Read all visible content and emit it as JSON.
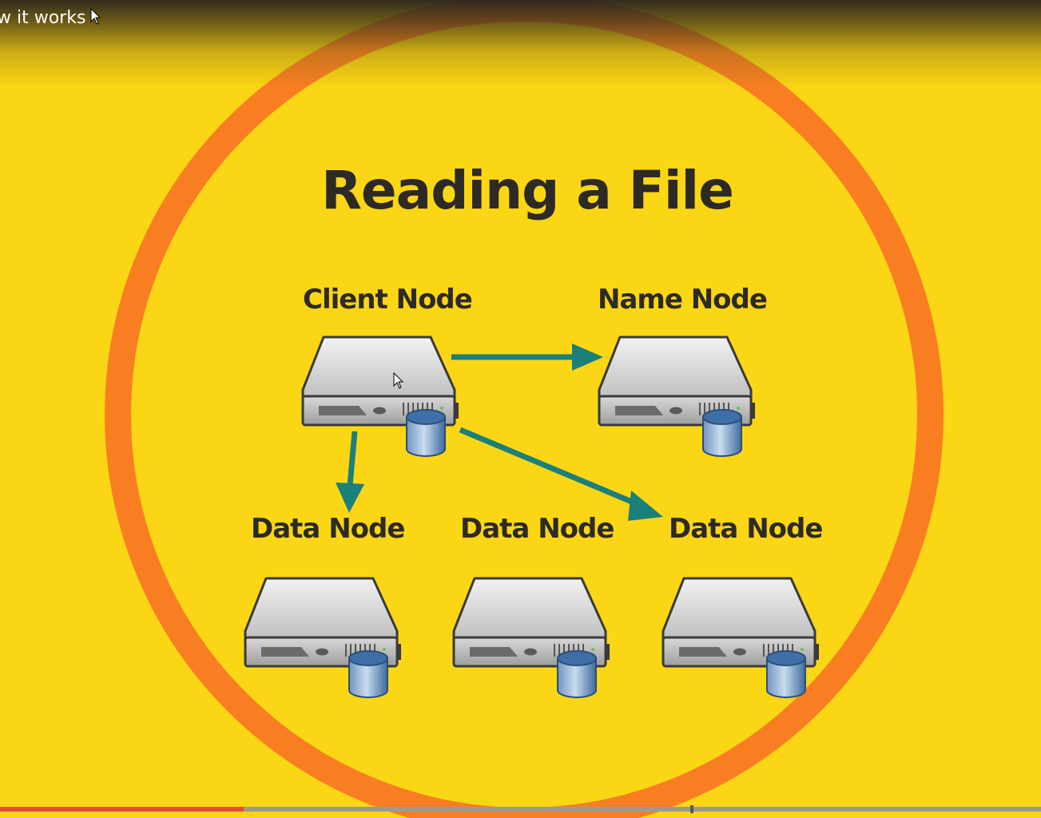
{
  "video": {
    "title": "w it works",
    "progress": 0.234,
    "marker_position": 0.663
  },
  "slide": {
    "title": "Reading a File",
    "colors": {
      "background": "#fbd614",
      "ring": "#f97e22",
      "text": "#2d2a26",
      "arrow": "#1b7f7a"
    },
    "nodes": [
      {
        "id": "client",
        "label": "Client Node",
        "icon": "server-with-database-icon"
      },
      {
        "id": "name",
        "label": "Name Node",
        "icon": "server-with-database-icon"
      },
      {
        "id": "data1",
        "label": "Data Node",
        "icon": "server-with-database-icon"
      },
      {
        "id": "data2",
        "label": "Data Node",
        "icon": "server-with-database-icon"
      },
      {
        "id": "data3",
        "label": "Data Node",
        "icon": "server-with-database-icon"
      }
    ],
    "arrows": [
      {
        "from": "client",
        "to": "name"
      },
      {
        "from": "client",
        "to": "data1"
      },
      {
        "from": "client",
        "to": "data3"
      }
    ]
  }
}
